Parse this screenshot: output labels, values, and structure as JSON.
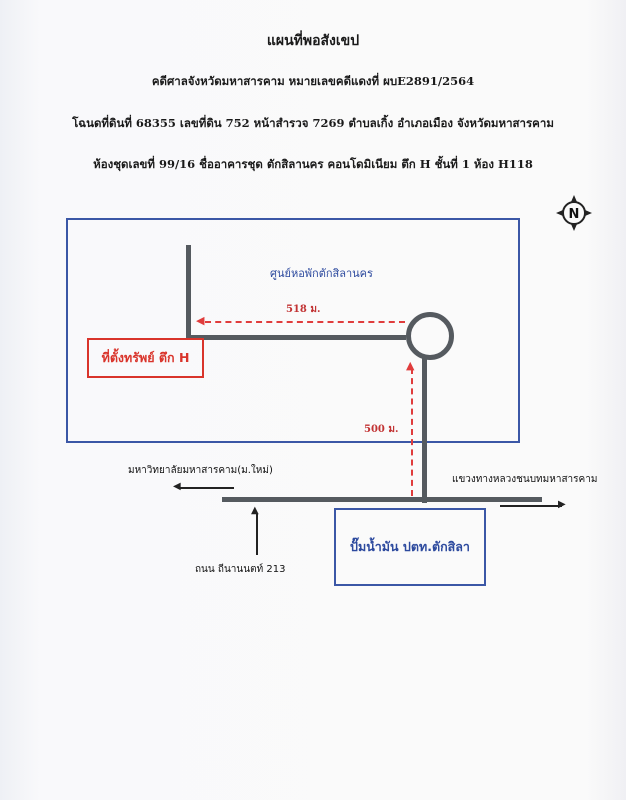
{
  "header": {
    "title": "แผนที่พอสังเขป",
    "case_line": "คดีศาลจังหวัดมหาสารคาม หมายเลขคดีแดงที่ ผบE2891/2564",
    "deed_line": "โฉนดที่ดินที่ 68355 เลขที่ดิน 752 หน้าสำรวจ 7269 ตำบลเกิ้ง อำเภอเมือง จังหวัดมหาสารคาม",
    "condo_line": "ห้องชุดเลขที่ 99/16 ชื่ออาคารชุด ตักสิลานคร คอนโดมิเนียม ตึก H ชั้นที่ 1 ห้อง H118"
  },
  "map": {
    "center_label": "ศูนย์หอพักตักสิลานคร",
    "distance_horizontal": "518 ม.",
    "distance_vertical": "500 ม.",
    "property_label": "ที่ตั้งทรัพย์ ตึก H",
    "university_label": "มหาวิทยาลัยมหาสารคาม(ม.ใหม่)",
    "highway_direction_label": "แขวงทางหลวงชนบทมหาสารคาม",
    "gas_station_label": "ปั๊มน้ำมัน ปตท.ตักสิลา",
    "road_name_label": "ถนน ถีนานนตท์ 213",
    "compass_letter": "N",
    "colors": {
      "frame_blue": "#3b57a6",
      "route_red": "#e03c3c",
      "road_gray": "#555a5f"
    }
  }
}
